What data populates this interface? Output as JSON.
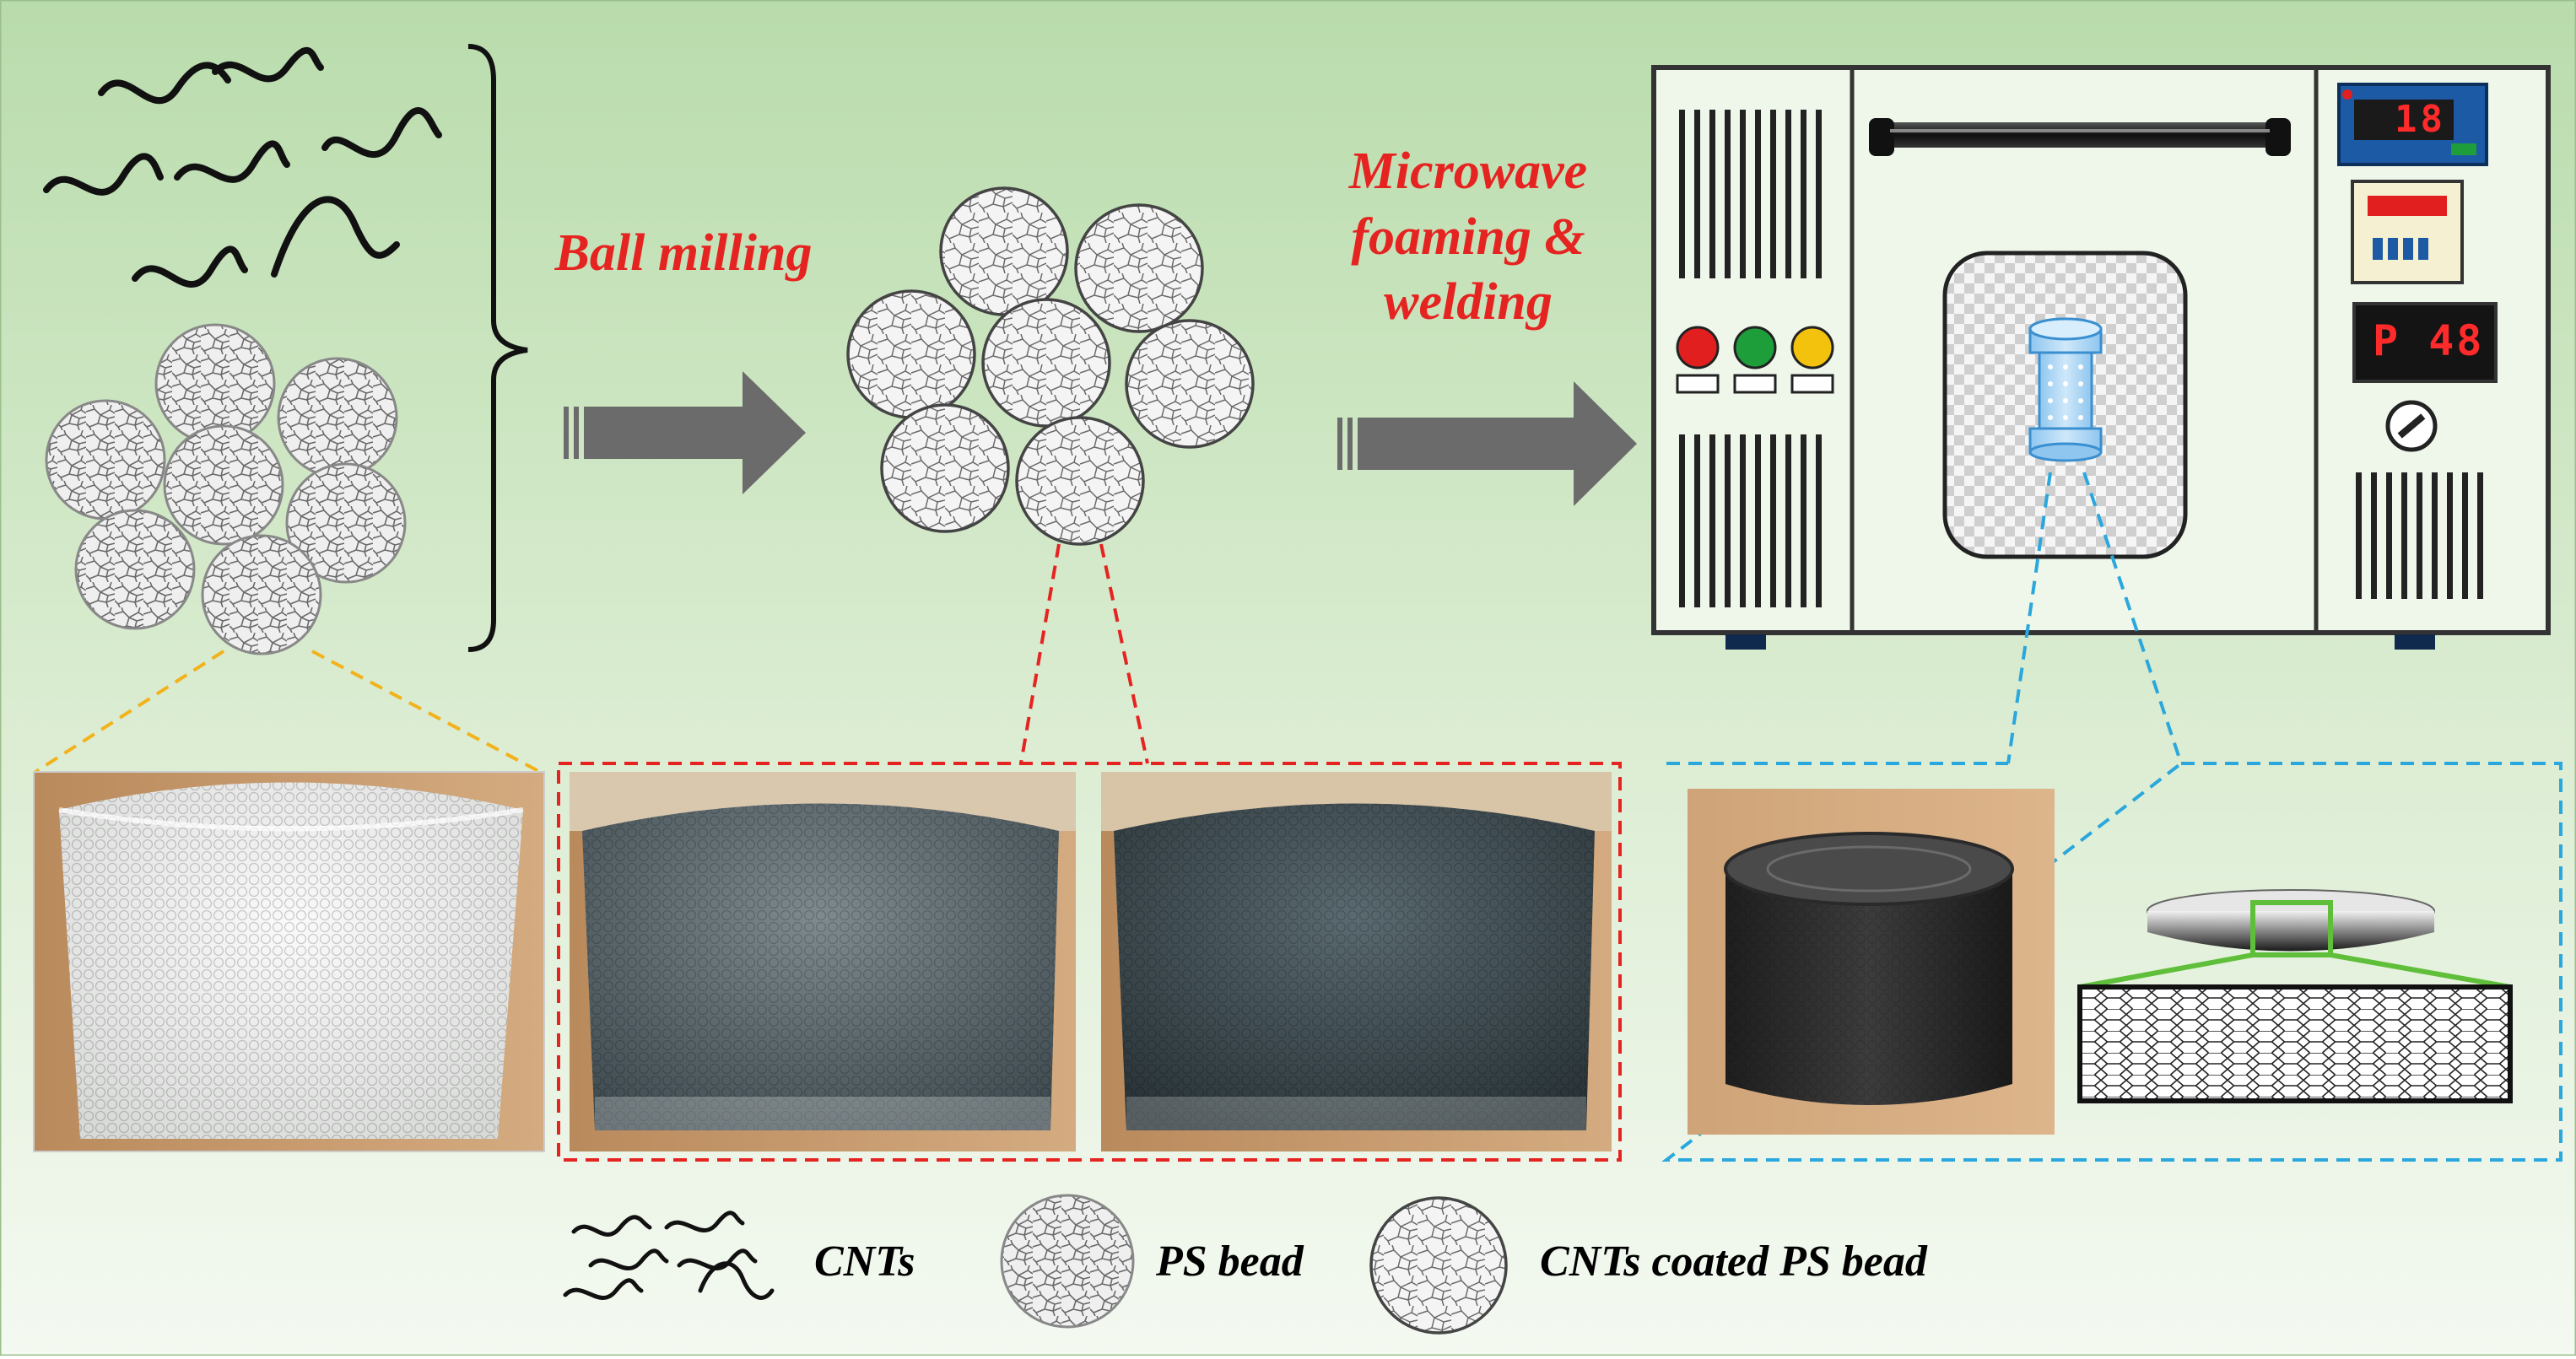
{
  "process": {
    "step1_label": "Ball milling",
    "step2_label_line1": "Microwave",
    "step2_label_line2": "foaming &",
    "step2_label_line3": "welding"
  },
  "oven": {
    "display_top": "18",
    "display_power": "P 48",
    "indicator_colors": [
      "#e21f1f",
      "#1e9e3a",
      "#f2c20c"
    ]
  },
  "legend": {
    "cnts": "CNTs",
    "ps_bead": "PS bead",
    "coated_bead": "CNTs coated PS bead"
  },
  "colors": {
    "label_red": "#e52421",
    "dash_yellow": "#f2b21b",
    "dash_red": "#e52421",
    "dash_blue": "#2aa7dc",
    "arrow_gray": "#6b6b6b",
    "zoom_green": "#5fbf3a"
  }
}
